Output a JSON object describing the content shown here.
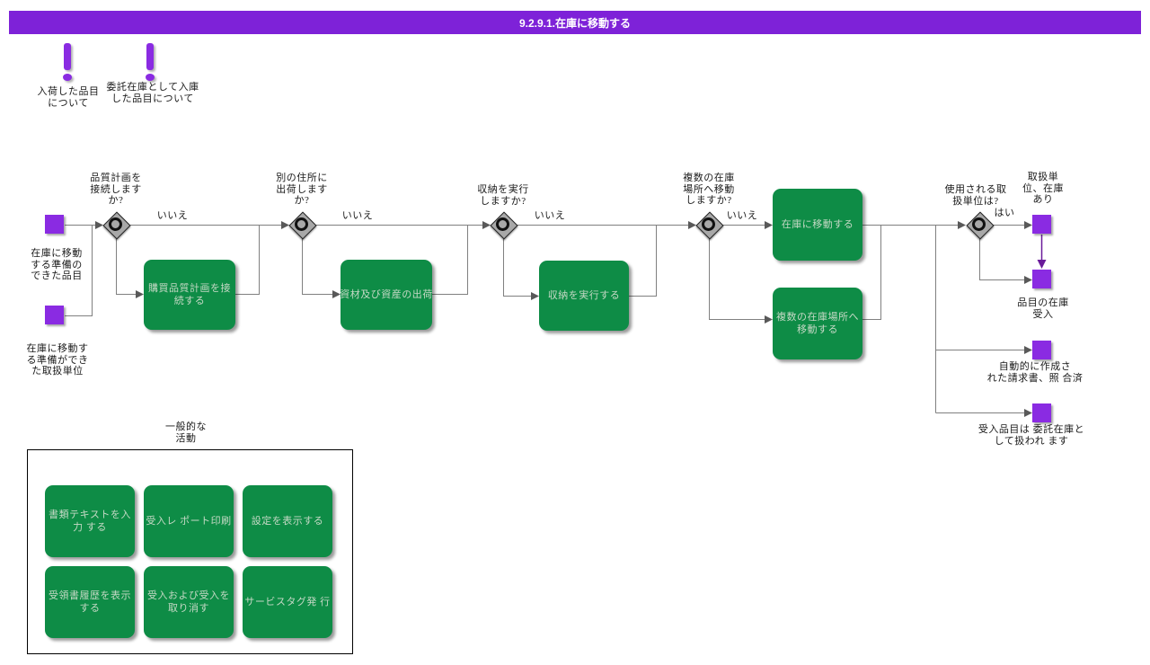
{
  "title": "9.2.9.1.在庫に移動する",
  "colors": {
    "purple_bar": "#7E22D8",
    "purple_node": "#8A2BE2",
    "green_task": "#0E8C46",
    "line": "#808080"
  },
  "notes": [
    {
      "label": "入荷した品目\nについて"
    },
    {
      "label": "委託在庫として入庫\nした品目について"
    }
  ],
  "flow": {
    "starts": [
      {
        "label": "在庫に移動\nする準備の\nできた品目"
      },
      {
        "label": "在庫に移動す\nる準備ができ\nた取扱単位"
      }
    ],
    "gateways": [
      {
        "question": "品質計画を\n接続します\nか?",
        "branch": "いいえ"
      },
      {
        "question": "別の住所に\n出荷します\nか?",
        "branch": "いいえ"
      },
      {
        "question": "収納を実行\nしますか?",
        "branch": "いいえ"
      },
      {
        "question": "複数の在庫\n場所へ移動\nしますか?",
        "branch": "いいえ"
      },
      {
        "question": "使用される取\n扱単位は?",
        "branch": "はい"
      }
    ],
    "tasks": [
      {
        "label": "購買品質計画を接\n続する"
      },
      {
        "label": "資材及び資産の出荷"
      },
      {
        "label": "収納を実行する"
      },
      {
        "label": "在庫に移動する"
      },
      {
        "label": "複数の在庫場所へ\n移動する"
      }
    ],
    "ends": [
      {
        "label": "取扱単\n位、在庫\nあり"
      },
      {
        "label": "品目の在庫\n受入"
      },
      {
        "label": "自動的に作成さ\nれた請求書、照 合済"
      },
      {
        "label": "受入品目は 委託在庫と\nして扱われ ます"
      }
    ]
  },
  "general": {
    "title": "一般的な\n活動",
    "items": [
      {
        "label": "書類テキストを入\n力 する"
      },
      {
        "label": "受入レ ポート印刷"
      },
      {
        "label": "設定を表示する"
      },
      {
        "label": "受領書履歴を表示\nする"
      },
      {
        "label": "受入および受入を\n取り消す"
      },
      {
        "label": "サービスタグ発 行"
      }
    ]
  }
}
